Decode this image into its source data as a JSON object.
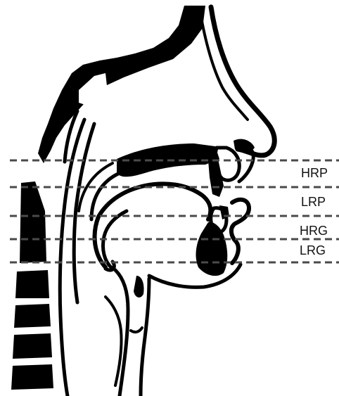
{
  "labels": {
    "hrp": "HRP",
    "lrp": "LRP",
    "hrg": "HRG",
    "lrg": "LRG"
  },
  "colors": {
    "ink": "#000000",
    "dashed_line": "#4a4a4a",
    "background": "#ffffff"
  }
}
